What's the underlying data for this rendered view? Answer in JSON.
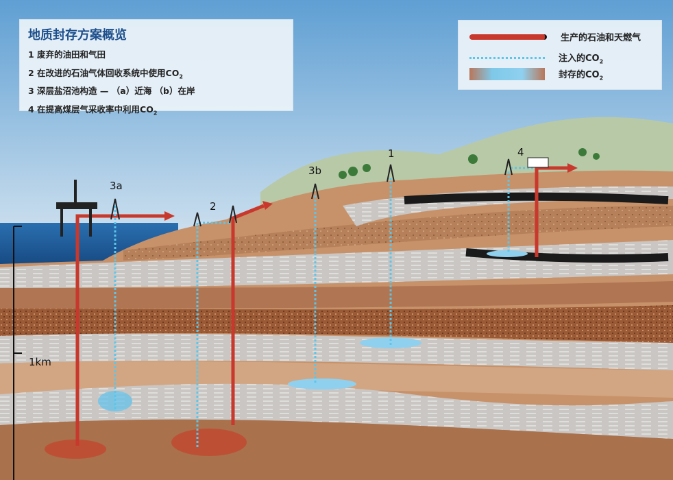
{
  "title_box": {
    "title": "地质封存方案概览",
    "items": [
      {
        "text": "1 废弃的油田和气田",
        "sub": ""
      },
      {
        "text": "2 在改进的石油气体回收系统中使用CO",
        "sub": "2"
      },
      {
        "text": "3 深层盐沼池构造 — （a）近海 （b）在岸",
        "sub": ""
      },
      {
        "text": "4 在提高煤层气采收率中利用CO",
        "sub": "2"
      }
    ]
  },
  "legend": {
    "items": [
      {
        "label": "生产的石油和天燃气",
        "sub": "",
        "icon": "production-pipe"
      },
      {
        "label": "注入的CO",
        "sub": "2",
        "icon": "injection-dotted-line"
      },
      {
        "label": "封存的CO",
        "sub": "2",
        "icon": "stored-co2-swatch"
      }
    ]
  },
  "site_labels": {
    "s3a": "3a",
    "s2": "2",
    "s3b": "3b",
    "s1": "1",
    "s4": "4"
  },
  "scale_label": "1km",
  "colors": {
    "sky": "#5f9fd3",
    "sea": "#1f5f9e",
    "production": "#c8382c",
    "injection": "#5bc6ea",
    "hill": "#b8c9a7",
    "title": "#1d4f8c"
  }
}
